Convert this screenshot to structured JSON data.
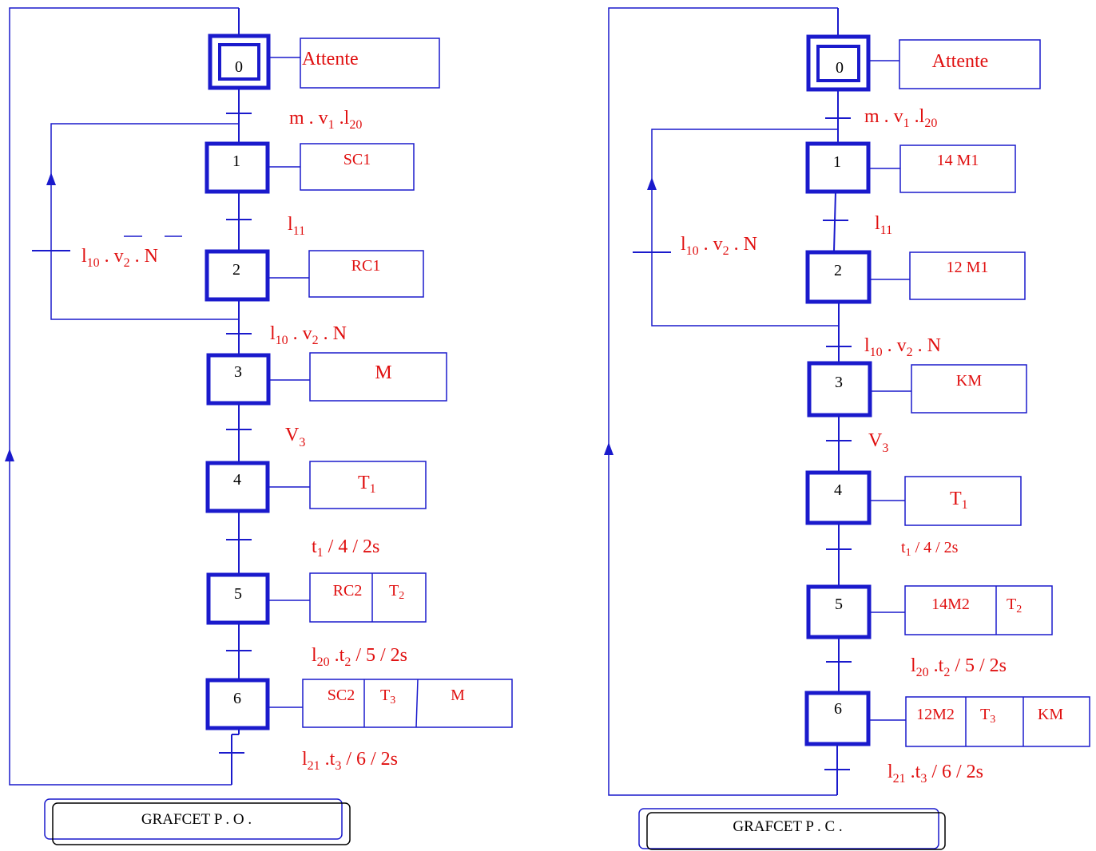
{
  "po": {
    "steps": [
      "0",
      "1",
      "2",
      "3",
      "4",
      "5",
      "6"
    ],
    "actions": {
      "a0": "Attente",
      "a1": "SC1",
      "a2": "RC1",
      "a3": "M",
      "a4": "T",
      "a4_sub": "1",
      "a5a": "RC2",
      "a5b": "T",
      "a5b_sub": "2",
      "a6a": "SC2",
      "a6b": "T",
      "a6b_sub": "3",
      "a6c": "M"
    },
    "transitions": {
      "t01": {
        "p1": "m . v",
        "s1": "1",
        "p2": " .l",
        "s2": "20"
      },
      "t12": {
        "p1": "l",
        "s1": "11"
      },
      "tloop": {
        "p1": "l",
        "s1": "10",
        "p2": " . ",
        "p3": "v",
        "s3": "2",
        "p4": " . ",
        "p5": "N"
      },
      "t23": {
        "p1": "l",
        "s1": "10",
        "p2": " . v",
        "s2": "2",
        "p3": " . N"
      },
      "t34": {
        "p1": "V",
        "s1": "3"
      },
      "t45": {
        "p1": "t",
        "s1": "1",
        "p2": "  / 4 / 2s"
      },
      "t56": {
        "p1": "l",
        "s1": "20",
        "p2": " .t",
        "s2": "2",
        "p3": "  / 5 / 2s"
      },
      "t60": {
        "p1": "l",
        "s1": "21",
        "p2": " .t",
        "s2": "3",
        "p3": "  / 6 / 2s"
      }
    },
    "title": "GRAFCET  P . O ."
  },
  "pc": {
    "steps": [
      "0",
      "1",
      "2",
      "3",
      "4",
      "5",
      "6"
    ],
    "actions": {
      "a0": "Attente",
      "a1": "14 M1",
      "a2": "12 M1",
      "a3": "KM",
      "a4": "T",
      "a4_sub": "1",
      "a5a": "14M2",
      "a5b": "T",
      "a5b_sub": "2",
      "a6a": "12M2",
      "a6b": "T",
      "a6b_sub": "3",
      "a6c": "KM"
    },
    "transitions": {
      "t01": {
        "p1": "m . v",
        "s1": "1",
        "p2": " .l",
        "s2": "20"
      },
      "t12": {
        "p1": "l",
        "s1": "11"
      },
      "tloop": {
        "p1": "l",
        "s1": "10",
        "p2": " . v",
        "s2": "2",
        "p3": " . N"
      },
      "t23": {
        "p1": "l",
        "s1": "10",
        "p2": " . v",
        "s2": "2",
        "p3": " . N"
      },
      "t34": {
        "p1": "V",
        "s1": "3"
      },
      "t45": {
        "p1": "t",
        "s1": "1",
        "p2": "  / 4 / 2s"
      },
      "t56": {
        "p1": "l",
        "s1": "20",
        "p2": " .t",
        "s2": "2",
        "p3": "  / 5 / 2s"
      },
      "t60": {
        "p1": "l",
        "s1": "21",
        "p2": " .t",
        "s2": "3",
        "p3": "  / 6 / 2s"
      }
    },
    "title": "GRAFCET  P . C ."
  }
}
